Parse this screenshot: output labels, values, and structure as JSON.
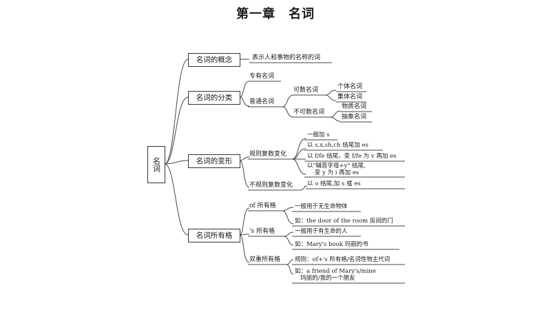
{
  "title": "第一章　名词",
  "root": "名词",
  "branches": {
    "concept": {
      "label": "名词的概念",
      "definition": "表示人和事物的名称的词"
    },
    "classification": {
      "label": "名词的分类",
      "proper": "专有名词",
      "common": "普通名词",
      "countable": "可数名词",
      "individual": "个体名词",
      "collective": "集体名词",
      "uncountable": "不可数名词",
      "material": "物质名词",
      "abstract": "抽象名词"
    },
    "plural": {
      "label": "名词的变形",
      "regular": "规则复数变化",
      "rules": [
        "一般加 s",
        "以 s,x,sh,ch 结尾加 es",
        "以 f/fe 结尾，变 f/fe 为 v 再加 es",
        "以\"辅音字母+y\" 结尾,\n    变 y 为 i 再加 es",
        "以 o 结尾,加 s 或 es"
      ],
      "irregular": "不规则复数变化"
    },
    "possessive": {
      "label": "名词所有格",
      "of_label": "of 所有格",
      "of_rule": "一般用于无生命物体",
      "of_example": "如：the door of the room 房间的门",
      "s_label": "'s 所有格",
      "s_rule": "一般用于有生命的人",
      "s_example": "如：Mary's book 玛丽的书",
      "double_label": "双重所有格",
      "double_rule": "规则：of+'s 所有格/名词性物主代词",
      "double_example": "如：a friend of Mary's/mine\n   玛丽的/我的一个朋友"
    }
  }
}
